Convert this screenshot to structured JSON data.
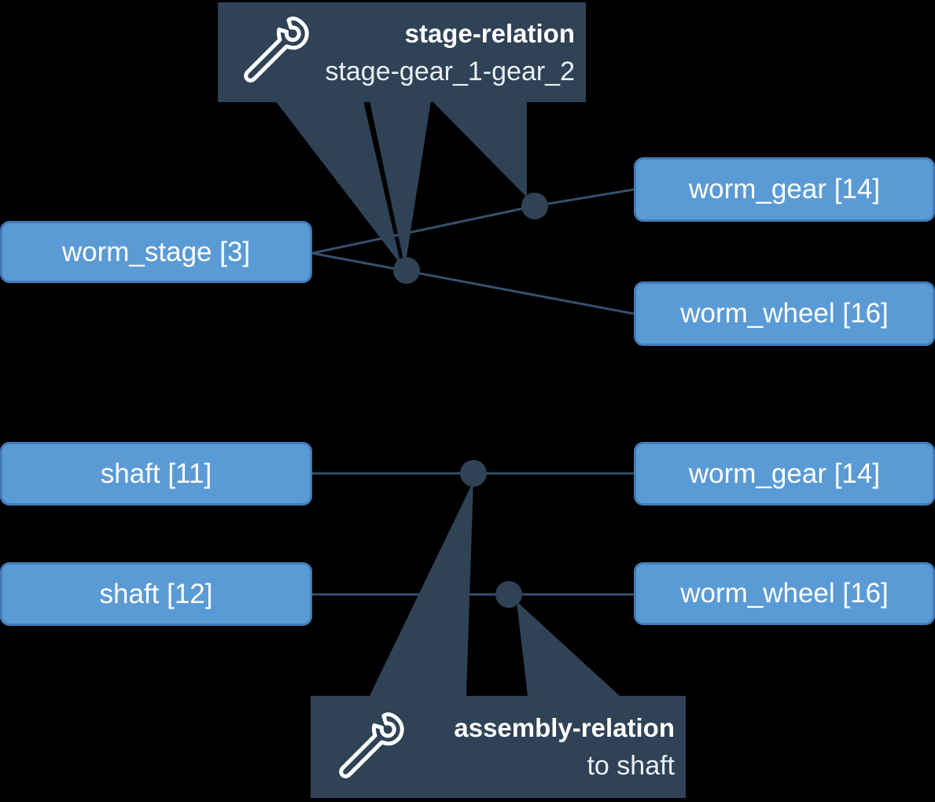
{
  "background_color": "#000000",
  "colors": {
    "node_fill": "#5B9BD5",
    "node_border": "#447BB8",
    "callout_fill": "#2F4256",
    "edge_line": "#35506B",
    "junction_dot": "#2F4256",
    "text": "#FFFFFF"
  },
  "nodes": [
    {
      "label": "worm_stage [3]"
    },
    {
      "label": "worm_gear [14]"
    },
    {
      "label": "worm_wheel [16]"
    },
    {
      "label": "shaft [11]"
    },
    {
      "label": "worm_gear [14]"
    },
    {
      "label": "shaft [12]"
    },
    {
      "label": "worm_wheel [16]"
    }
  ],
  "callouts": [
    {
      "title": "stage-relation",
      "subtitle": "stage-gear_1-gear_2",
      "icon": "wrench-icon"
    },
    {
      "title": "assembly-relation",
      "subtitle": "to shaft",
      "icon": "wrench-icon"
    }
  ]
}
